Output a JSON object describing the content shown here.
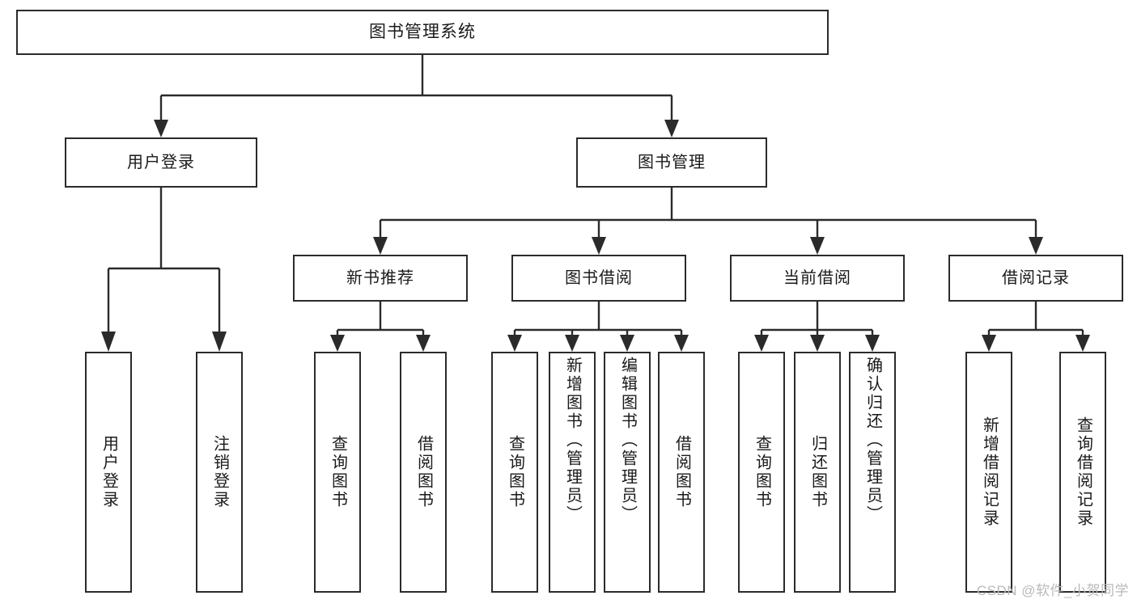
{
  "diagram": {
    "type": "tree-hierarchy-chart",
    "title": "图书管理系统",
    "watermark": "CSDN @软件_小贺同学",
    "colors": {
      "box_border": "#2b2b2b",
      "box_fill": "#ffffff",
      "text": "#1a1a1a",
      "connector": "#2b2b2b",
      "watermark": "#b9b9b9",
      "background": "#ffffff"
    },
    "root": {
      "label": "图书管理系统"
    },
    "level1": [
      {
        "label": "用户登录"
      },
      {
        "label": "图书管理"
      }
    ],
    "level2": [
      {
        "label": "新书推荐",
        "parent": "图书管理"
      },
      {
        "label": "图书借阅",
        "parent": "图书管理"
      },
      {
        "label": "当前借阅",
        "parent": "图书管理"
      },
      {
        "label": "借阅记录",
        "parent": "图书管理"
      }
    ],
    "leaves": {
      "user_login": [
        {
          "label": "用户登录"
        },
        {
          "label": "注销登录"
        }
      ],
      "new_book_recommend": [
        {
          "label": "查询图书"
        },
        {
          "label": "借阅图书"
        }
      ],
      "book_borrow": [
        {
          "label": "查询图书"
        },
        {
          "label": "新增图书（管理员）"
        },
        {
          "label": "编辑图书（管理员）"
        },
        {
          "label": "借阅图书"
        }
      ],
      "current_borrow": [
        {
          "label": "查询图书"
        },
        {
          "label": "归还图书"
        },
        {
          "label": "确认归还（管理员）"
        }
      ],
      "borrow_record": [
        {
          "label": "新增借阅记录"
        },
        {
          "label": "查询借阅记录"
        }
      ]
    }
  }
}
